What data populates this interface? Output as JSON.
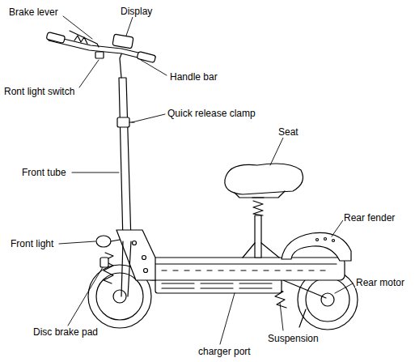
{
  "diagram": {
    "labels": [
      "Brake lever",
      "Display",
      "Handle bar",
      "Ront light switch",
      "Quick release clamp",
      "Seat",
      "Front tube",
      "Rear fender",
      "Front light",
      "Rear motor",
      "Disc brake pad",
      "Suspension",
      "charger port"
    ]
  }
}
